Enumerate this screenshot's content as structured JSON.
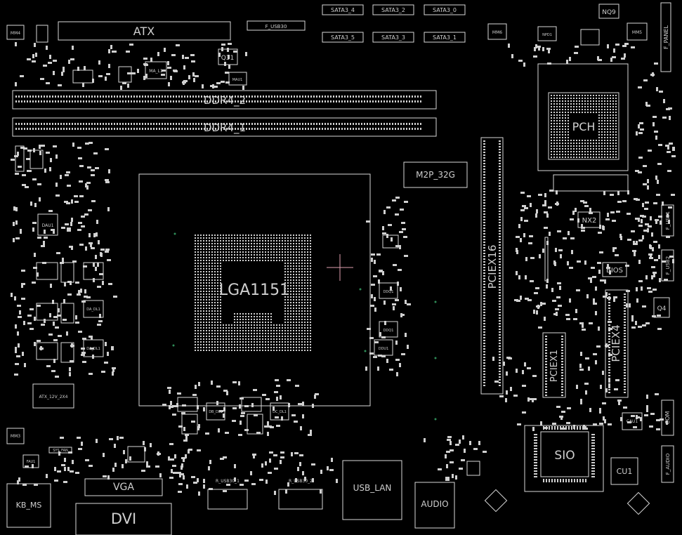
{
  "colors": {
    "background": "#000000",
    "outline": "#d8d8d8",
    "pad": "#d0d0d0",
    "cursor": "#e0a0b0",
    "via": "#2e8b57"
  },
  "labels": {
    "atx": "ATX",
    "f_usb30": "F_USB30",
    "sata3_4": "SATA3_4",
    "sata3_2": "SATA3_2",
    "sata3_0": "SATA3_0",
    "sata3_5": "SATA3_5",
    "sata3_3": "SATA3_3",
    "sata3_1": "SATA3_1",
    "nq9": "NQ9",
    "mm6": "MM6",
    "mm5": "MM5",
    "mm4": "MM4",
    "mm3": "MM3",
    "npd1": "NPD1",
    "f_panel": "F_PANEL",
    "q31": "Q31",
    "ma_l1": "MA_L1",
    "mau1": "MAU1",
    "ddr4_2": "DDR4_2",
    "ddr4_1": "DDR4_1",
    "pch": "PCH",
    "lga1151": "LGA1151",
    "m2p_32g": "M2P_32G",
    "pciex16": "PCIEX16",
    "pciex1": "PCIEX1",
    "pciex4": "PCIEX4",
    "nx2": "NX2",
    "bios": "BIOS",
    "q4": "Q4",
    "f_usb1": "F_USB1",
    "f_usb2": "F_USB2",
    "dau1": "DAU1",
    "da_dl1": "DA_DL1",
    "atx_12v_2x4": "ATX_12V_2X4",
    "db_dl1": "DB_DL1",
    "dc_dl1": "DC_DL1",
    "ddq1": "DDQ1",
    "ddu1": "DDU1",
    "sio": "SIO",
    "cu1": "CU1",
    "cau1": "CAU1",
    "com": "COM",
    "f_audio": "F_AUDIO",
    "sys_fan": "SYS_FAN",
    "fau1": "FAU1",
    "vga": "VGA",
    "dvi": "DVI",
    "kb_ms": "KB_MS",
    "r_usb30_1": "R_USB30_1",
    "r_usb30_2": "R_USB30_2",
    "usb_lan": "USB_LAN",
    "audio": "AUDIO"
  }
}
